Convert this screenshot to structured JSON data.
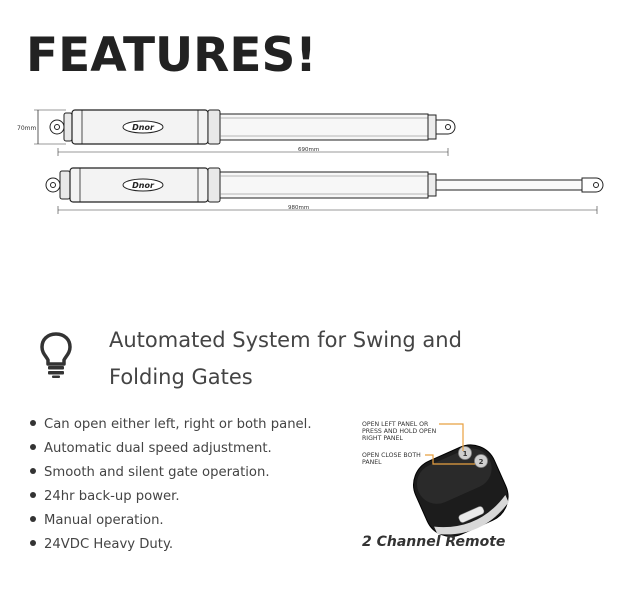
{
  "page": {
    "title": "FEATURES!"
  },
  "actuators": {
    "short": {
      "height_label": "70mm",
      "length_label": "690mm",
      "brand": "Dnor"
    },
    "long": {
      "length_label": "980mm",
      "brand": "Dnor"
    }
  },
  "system": {
    "heading": "Automated System for Swing and Folding Gates",
    "icon": "lightbulb-icon"
  },
  "features": [
    "Can open either left, right or both panel.",
    "Automatic dual speed adjustment.",
    "Smooth and silent gate operation.",
    "24hr back-up power.",
    "Manual operation.",
    "24VDC Heavy Duty."
  ],
  "remote": {
    "callout_top": "OPEN LEFT PANEL OR PRESS AND HOLD OPEN RIGHT PANEL",
    "callout_bottom": "OPEN CLOSE BOTH PANEL",
    "button_1": "1",
    "button_2": "2",
    "caption": "2 Channel Remote",
    "accent_color": "#e8a040"
  }
}
